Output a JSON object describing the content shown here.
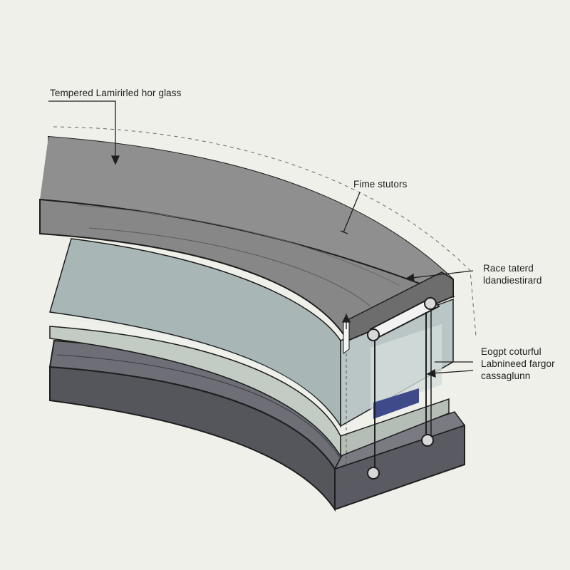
{
  "diagram": {
    "labels": {
      "tempered": "Tempered Lamirirled hor glass",
      "fime": "Fime stutors",
      "race": {
        "line1": "Race taterd",
        "line2": "ldandiestirard"
      },
      "eogpt": {
        "line1": "Eogpt coturful",
        "line2": "Labnineed fargor",
        "line3": "cassaglunn"
      }
    },
    "colors": {
      "background": "#f0f0ea",
      "top_slab": "#858585",
      "glass_front": "#a7b6b5",
      "interlayer": "#c7d0c8",
      "base": "#5b5b63",
      "accent": "#3e4a8a",
      "outline": "#1e1e1e"
    }
  }
}
